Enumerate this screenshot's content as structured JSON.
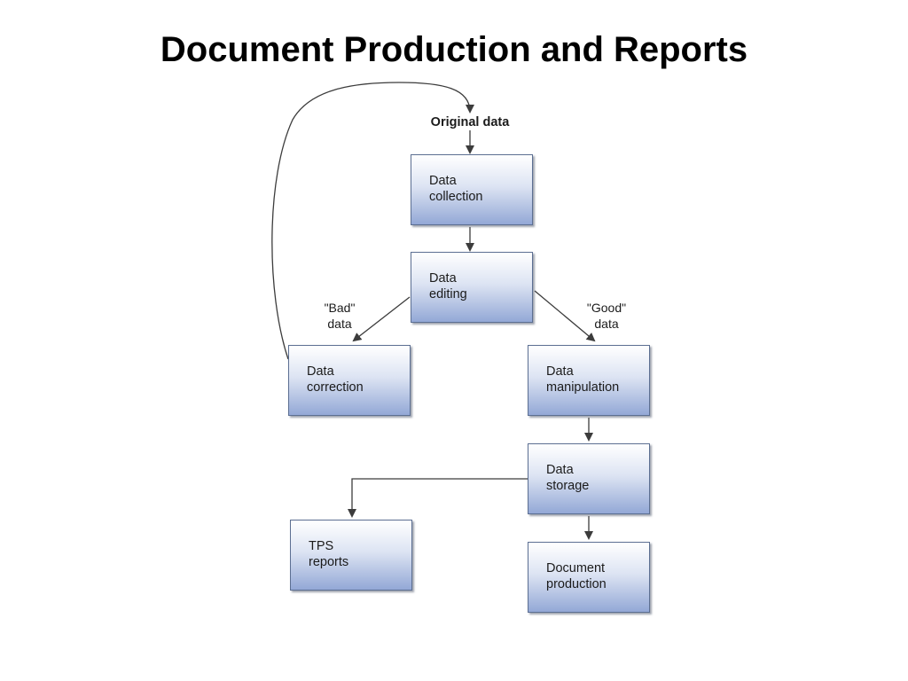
{
  "slide": {
    "title": "Document Production and Reports"
  },
  "diagram": {
    "start_label": "Original data",
    "nodes": {
      "data_collection": "Data\ncollection",
      "data_editing": "Data\nediting",
      "data_correction": "Data\ncorrection",
      "data_manipulation": "Data\nmanipulation",
      "data_storage": "Data\nstorage",
      "tps_reports": "TPS\nreports",
      "document_production": "Document\nproduction"
    },
    "edge_labels": {
      "bad_data": "\"Bad\"\ndata",
      "good_data": "\"Good\"\ndata"
    },
    "colors": {
      "box_border": "#5c6f92",
      "box_fill_bottom": "#93a8d6",
      "arrow": "#3c3c3c"
    }
  }
}
